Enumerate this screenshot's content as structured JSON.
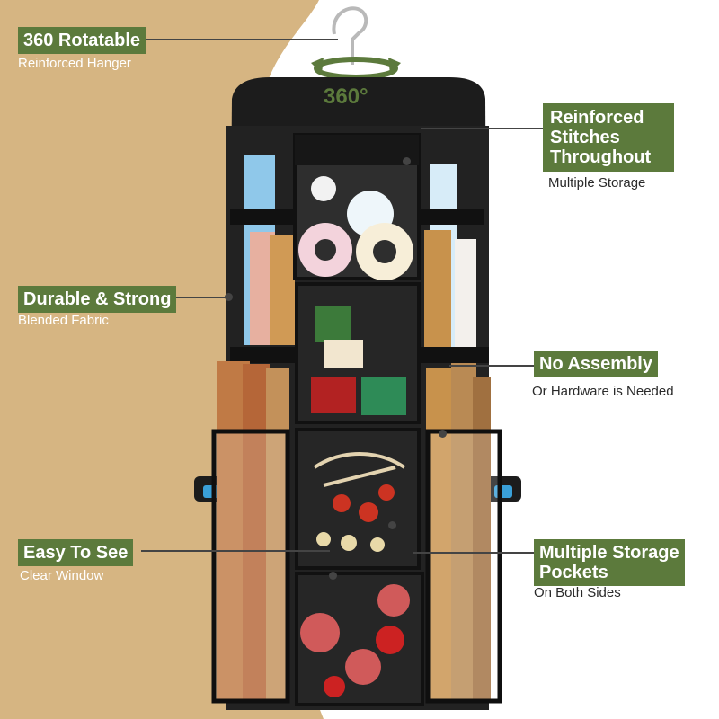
{
  "callouts": {
    "rotatable": {
      "title": "360 Rotatable",
      "subtitle": "Reinforced Hanger"
    },
    "stitches": {
      "title_lines": [
        "Reinforced",
        "Stitches",
        "Throughout"
      ],
      "subtitle": "Multiple Storage"
    },
    "durable": {
      "title": "Durable & Strong",
      "subtitle": "Blended Fabric"
    },
    "assembly": {
      "title": "No Assembly",
      "subtitle": "Or Hardware is Needed"
    },
    "easy": {
      "title": "Easy To See",
      "subtitle": "Clear Window"
    },
    "pockets": {
      "title_lines": [
        "Multiple Storage",
        "Pockets"
      ],
      "subtitle": "On Both Sides"
    }
  },
  "rotation_label": "360°",
  "colors": {
    "accent": "#5c7a3c",
    "tan": "#d6b582",
    "bag": "#1c1c1c"
  },
  "icons": [
    "hanger-icon",
    "rotate-arrows-icon"
  ]
}
